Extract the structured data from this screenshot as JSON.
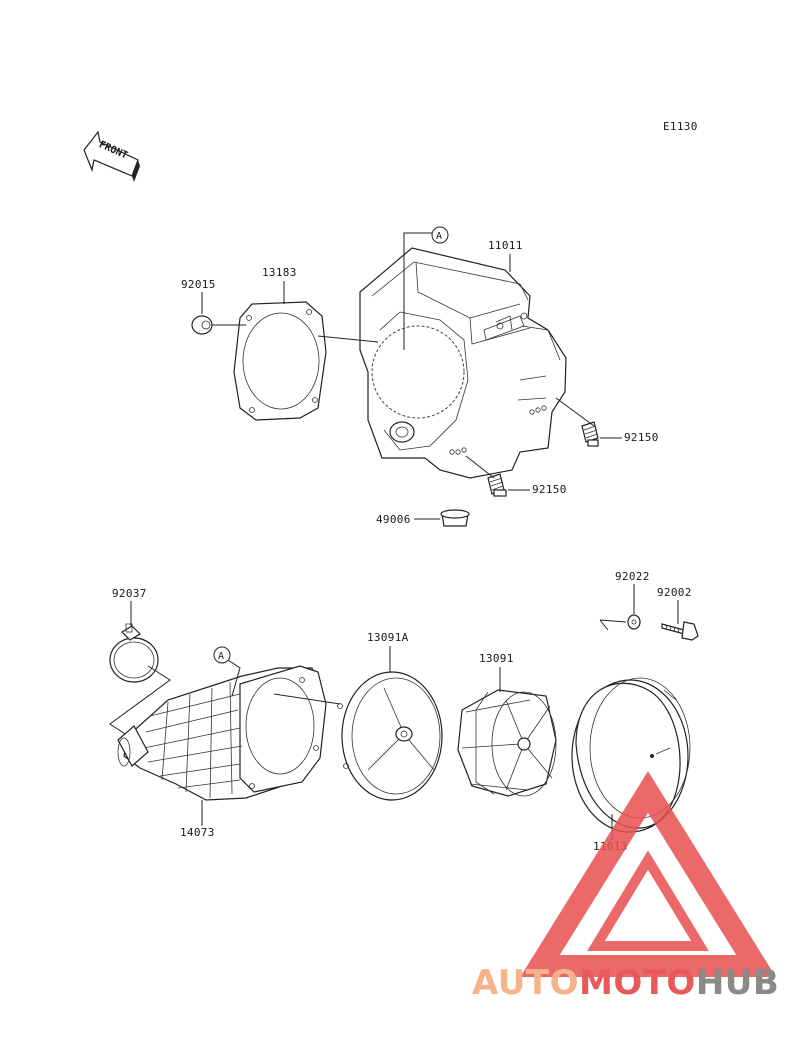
{
  "diagram_code": "E1130",
  "front_label": "FRONT",
  "ref_marker": "A",
  "parts": {
    "p92015": "92015",
    "p13183": "13183",
    "p11011": "11011",
    "p92150a": "92150",
    "p92150b": "92150",
    "p49006": "49006",
    "p92037": "92037",
    "p14073": "14073",
    "p13091A": "13091A",
    "p13091": "13091",
    "p92022": "92022",
    "p92002": "92002",
    "p11013": "11013"
  },
  "watermark": {
    "auto": "AUTO",
    "moto": "MOTO",
    "hub": "HUB",
    "colors": {
      "auto": "#f5b48a",
      "moto": "#e85a5a",
      "hub": "#8a8a8a",
      "logo": "#e85050"
    }
  }
}
